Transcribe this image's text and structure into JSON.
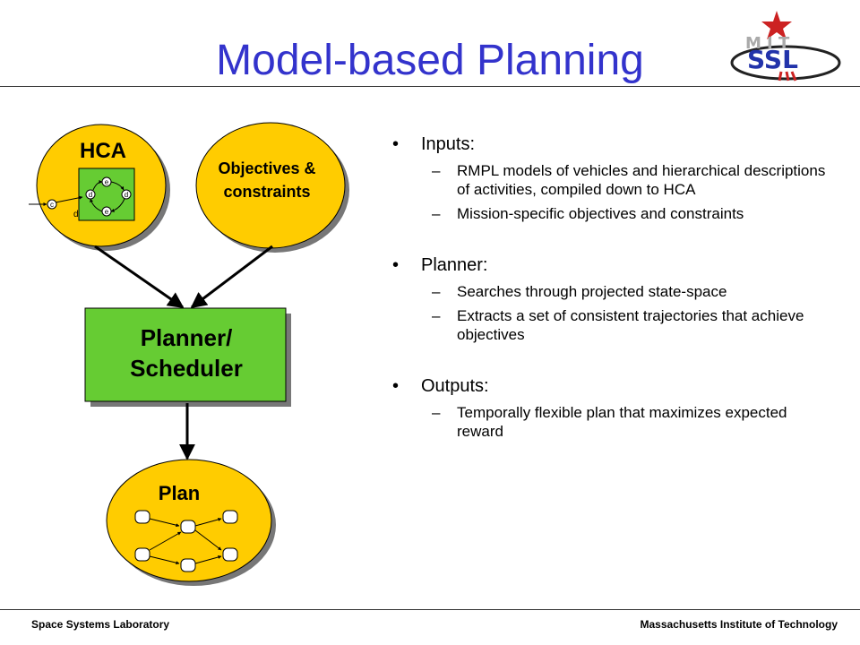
{
  "slide": {
    "title": "Model-based Planning",
    "footer_left": "Space Systems Laboratory",
    "footer_right": "Massachusetts Institute of Technology"
  },
  "diagram": {
    "hca_label": "HCA",
    "hca_node_labels": [
      "c",
      "d",
      "e",
      "d",
      "e",
      "d"
    ],
    "objectives_label_line1": "Objectives &",
    "objectives_label_line2": "constraints",
    "planner_label_line1": "Planner/",
    "planner_label_line2": "Scheduler",
    "plan_label": "Plan"
  },
  "bullets": [
    {
      "text": "Inputs:",
      "subs": [
        "RMPL models of vehicles and hierarchical descriptions of activities, compiled down to HCA",
        "Mission-specific objectives and constraints"
      ]
    },
    {
      "text": "Planner:",
      "subs": [
        "Searches through projected state-space",
        "Extracts a set of consistent trajectories that achieve objectives"
      ]
    },
    {
      "text": "Outputs:",
      "subs": [
        "Temporally flexible plan that maximizes expected reward"
      ]
    }
  ],
  "colors": {
    "title": "#3333cc",
    "ellipse_fill": "#ffcc00",
    "planner_fill": "#66cc33",
    "hca_box_fill": "#66cc33"
  }
}
